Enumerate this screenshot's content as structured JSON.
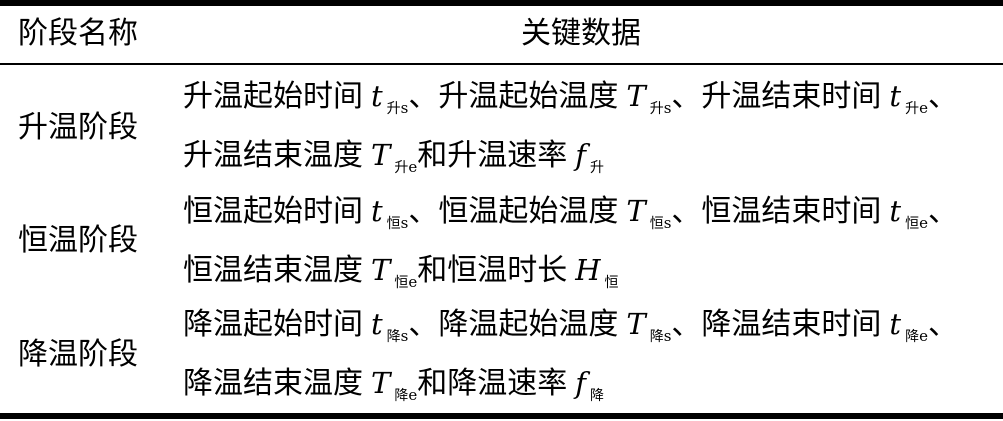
{
  "table": {
    "headers": [
      "阶段名称",
      "关键数据"
    ],
    "rows": [
      {
        "stage": "升温阶段",
        "lines": [
          [
            {
              "t": "升温起始时间"
            },
            {
              "v": "t",
              "sub1": "升",
              "sub2": "s"
            },
            {
              "t": "、升温起始温度"
            },
            {
              "v": "T",
              "sub1": "升",
              "sub2": "s"
            },
            {
              "t": "、升温结束时间"
            },
            {
              "v": "t",
              "sub1": "升",
              "sub2": "e"
            },
            {
              "t": "、"
            }
          ],
          [
            {
              "t": "升温结束温度"
            },
            {
              "v": "T",
              "sub1": "升",
              "sub2": "e"
            },
            {
              "t": "和升温速率"
            },
            {
              "v": "f",
              "sub1": "升",
              "sub2": ""
            }
          ]
        ]
      },
      {
        "stage": "恒温阶段",
        "lines": [
          [
            {
              "t": "恒温起始时间"
            },
            {
              "v": "t",
              "sub1": "恒",
              "sub2": "s"
            },
            {
              "t": "、恒温起始温度"
            },
            {
              "v": "T",
              "sub1": "恒",
              "sub2": "s"
            },
            {
              "t": "、恒温结束时间"
            },
            {
              "v": "t",
              "sub1": "恒",
              "sub2": "e"
            },
            {
              "t": "、"
            }
          ],
          [
            {
              "t": "恒温结束温度"
            },
            {
              "v": "T",
              "sub1": "恒",
              "sub2": "e"
            },
            {
              "t": "和恒温时长"
            },
            {
              "v": "H",
              "sub1": "恒",
              "sub2": ""
            }
          ]
        ]
      },
      {
        "stage": "降温阶段",
        "lines": [
          [
            {
              "t": "降温起始时间"
            },
            {
              "v": "t",
              "sub1": "降",
              "sub2": "s"
            },
            {
              "t": "、降温起始温度"
            },
            {
              "v": "T",
              "sub1": "降",
              "sub2": "s"
            },
            {
              "t": "、降温结束时间"
            },
            {
              "v": "t",
              "sub1": "降",
              "sub2": "e"
            },
            {
              "t": "、"
            }
          ],
          [
            {
              "t": "降温结束温度"
            },
            {
              "v": "T",
              "sub1": "降",
              "sub2": "e"
            },
            {
              "t": "和降温速率"
            },
            {
              "v": "f",
              "sub1": "降",
              "sub2": ""
            }
          ]
        ]
      }
    ]
  }
}
